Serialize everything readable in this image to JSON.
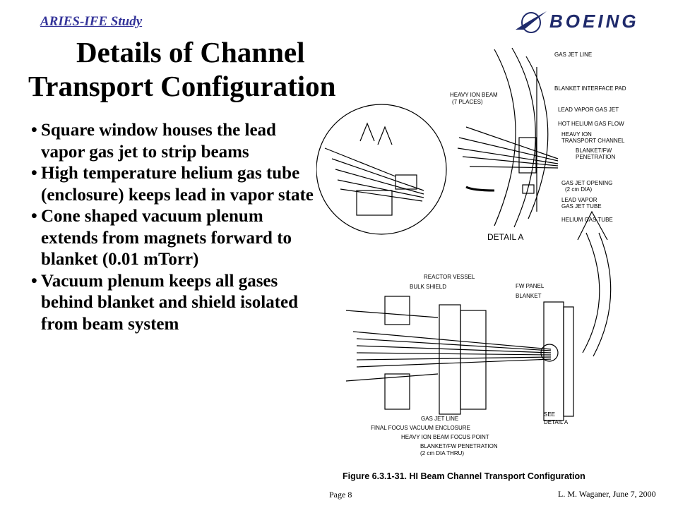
{
  "header": {
    "study": "ARIES-IFE Study",
    "logo_text": "BOEING"
  },
  "title": {
    "line1": "Details of Channel",
    "line2": "Transport Configuration"
  },
  "bullets": [
    "Square window houses the lead vapor gas jet to strip beams",
    "High temperature helium gas tube (enclosure) keeps lead in vapor state",
    "Cone shaped vacuum plenum extends from magnets forward to blanket (0.01 mTorr)",
    "Vacuum plenum keeps all gases behind blanket and shield isolated from beam system"
  ],
  "figure": {
    "detail_labels": {
      "gas_jet_line": "GAS JET LINE",
      "heavy_ion_beam": "HEAVY ION BEAM",
      "seven_places": "(7 PLACES)",
      "blanket_interface_pad": "BLANKET INTERFACE PAD",
      "lead_vapor_gas_jet": "LEAD VAPOR GAS JET",
      "hot_helium_gas_flow": "HOT HELIUM GAS FLOW",
      "heavy_ion_channel_1": "HEAVY ION",
      "heavy_ion_channel_2": "TRANSPORT CHANNEL",
      "blanket_fw_1": "BLANKET/FW",
      "blanket_fw_2": "PENETRATION",
      "gas_jet_opening_1": "GAS JET OPENING",
      "gas_jet_opening_2": "(2 cm DIA)",
      "lead_vapor_tube_1": "LEAD VAPOR",
      "lead_vapor_tube_2": "GAS JET TUBE",
      "helium_gas_tube": "HELIUM GAS TUBE",
      "detail_a": "DETAIL A"
    },
    "section_labels": {
      "reactor_vessel": "REACTOR VESSEL",
      "bulk_shield": "BULK SHIELD",
      "fw_panel": "FW PANEL",
      "blanket": "BLANKET",
      "gas_jet_line": "GAS JET LINE",
      "final_focus": "FINAL FOCUS VACUUM ENCLOSURE",
      "focus_point": "HEAVY ION BEAM FOCUS POINT",
      "penetration_1": "BLANKET/FW PENETRATION",
      "penetration_2": "(2 cm DIA THRU)",
      "see_1": "SEE",
      "see_2": "DETAIL A"
    },
    "caption": "Figure  6.3.1-31.    HI  Beam  Channel  Transport  Configuration"
  },
  "footer": {
    "page": "Page 8",
    "author": "L. M. Waganer, June 7, 2000"
  }
}
